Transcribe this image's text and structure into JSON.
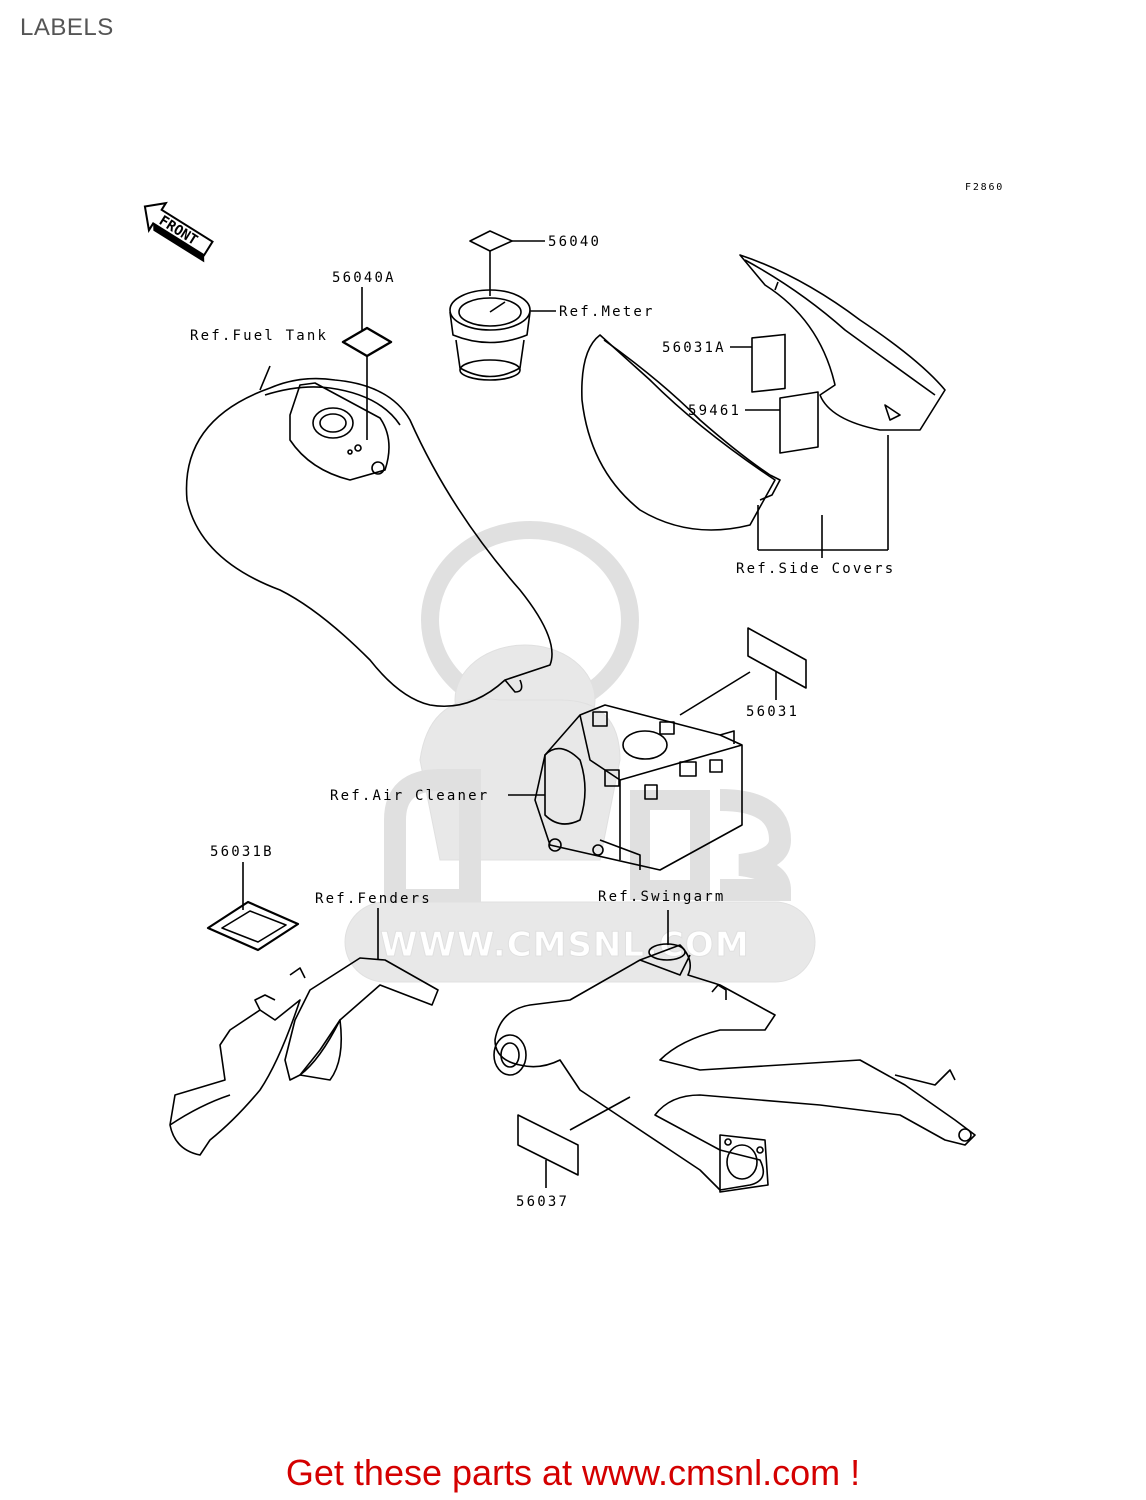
{
  "title": "LABELS",
  "figure_code": "F2860",
  "front_marker": "FRONT",
  "labels": {
    "p56040": "56040",
    "p56040A": "56040A",
    "ref_meter": "Ref.Meter",
    "ref_fuel_tank": "Ref.Fuel Tank",
    "p56031A": "56031A",
    "p59461": "59461",
    "ref_side_covers": "Ref.Side Covers",
    "p56031": "56031",
    "ref_air_cleaner": "Ref.Air Cleaner",
    "p56031B": "56031B",
    "ref_fenders": "Ref.Fenders",
    "ref_swingarm": "Ref.Swingarm",
    "p56037": "56037"
  },
  "watermark": {
    "url": "WWW.CMSNL.COM"
  },
  "footer": "Get these parts at www.cmsnl.com !",
  "colors": {
    "footer": "#d40000",
    "title": "#555555",
    "watermark": "#e6e6e6"
  }
}
